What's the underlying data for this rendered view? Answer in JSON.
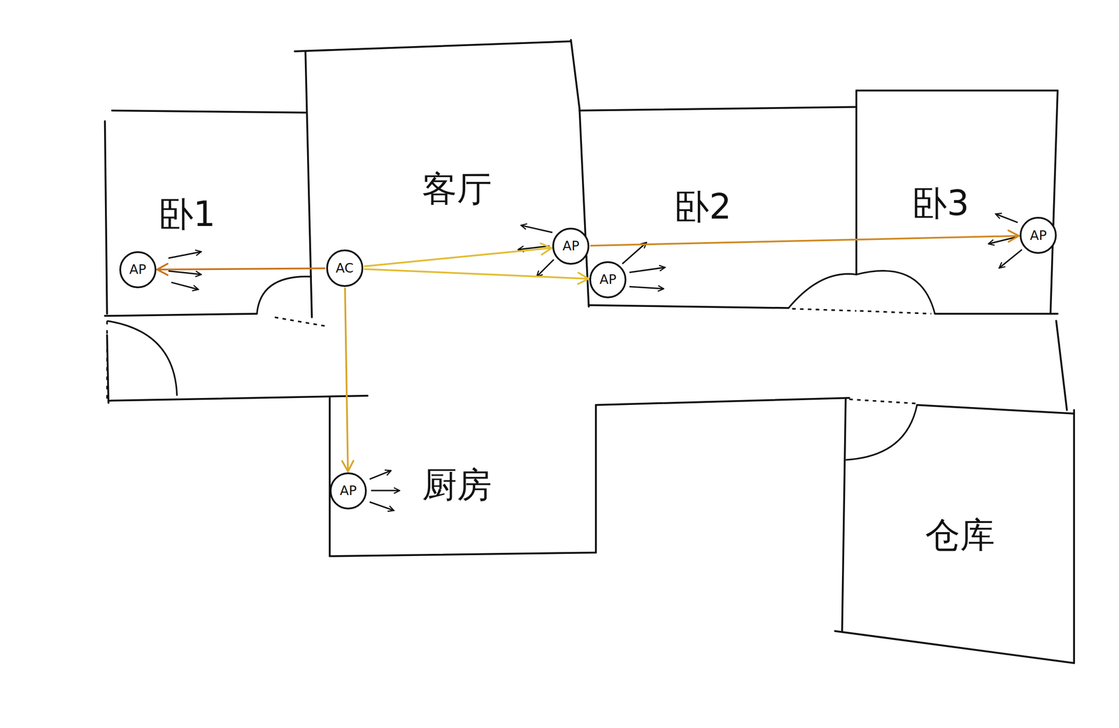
{
  "diagram": {
    "nodes": [
      {
        "text": [
          "卧1"
        ]
      },
      {
        "text": [
          "AP"
        ],
        "in": 0
      },
      {
        "text": [
          "客厅"
        ]
      },
      {
        "text": [
          "AC"
        ],
        "in": 2
      },
      {
        "text": [
          "AP"
        ],
        "in": 2
      },
      {
        "text": [
          "卧2"
        ]
      },
      {
        "text": [
          "AP"
        ],
        "in": 5
      },
      {
        "text": [
          "卧3"
        ]
      },
      {
        "text": [
          "AP"
        ],
        "in": 7
      },
      {
        "text": [
          "厨房"
        ]
      },
      {
        "text": [
          "AP"
        ],
        "in": 9
      },
      {
        "text": [
          "仓库"
        ]
      }
    ],
    "edges": [
      {
        "from": 3,
        "to": 1,
        "arrow": "to"
      },
      {
        "from": 3,
        "to": 4,
        "arrow": "to"
      },
      {
        "from": 3,
        "to": 6,
        "arrow": "to"
      },
      {
        "from": 3,
        "to": 10,
        "arrow": "to"
      },
      {
        "from": 4,
        "to": 8,
        "arrow": "to"
      }
    ]
  }
}
